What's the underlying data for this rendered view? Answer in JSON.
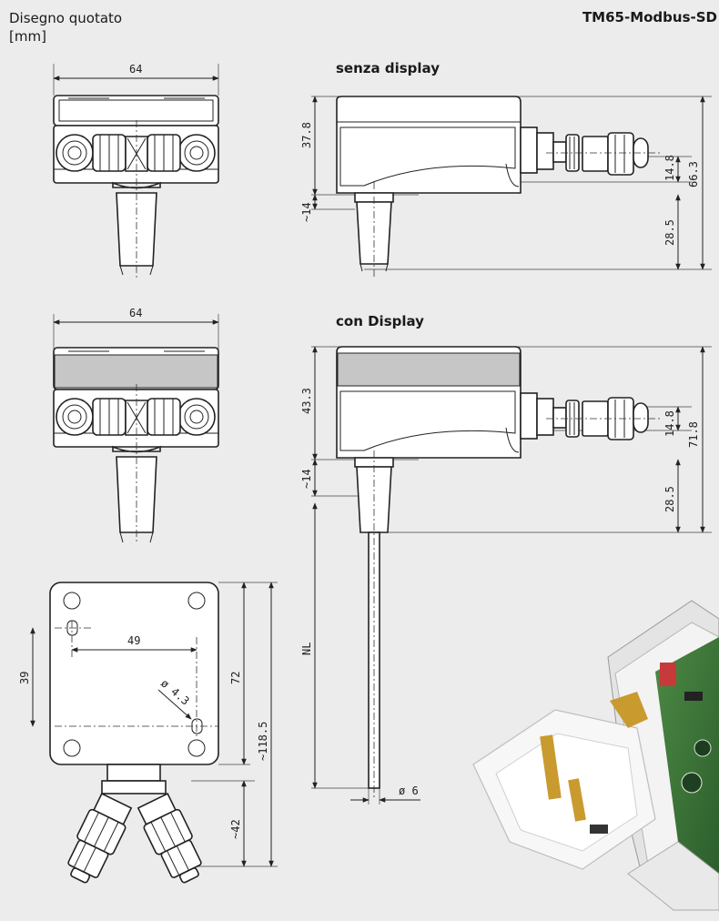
{
  "header": {
    "title_line1": "Disegno quotato",
    "title_line2": "[mm]",
    "product": "TM65-Modbus-SD"
  },
  "sections": {
    "no_display": "senza display",
    "with_display": "con Display"
  },
  "dims": {
    "top_width": "64",
    "top_width2": "64",
    "h_no_disp": "37.8",
    "total_no_disp": "66.3",
    "gland_no_disp": "14.8",
    "tube_no_disp": "28.5",
    "neck_no_disp": "~14",
    "h_disp": "43.3",
    "total_disp": "71.8",
    "gland_disp": "14.8",
    "tube_disp": "28.5",
    "neck_disp": "~14",
    "nl": "NL",
    "probe_dia": "ø 6",
    "hole_spacing": "49",
    "hole_vert": "39",
    "hole_dia": "ø 4.3",
    "base_h": "72",
    "total_h": "~118.5",
    "gland_len": "~42"
  },
  "colors": {
    "background": "#ececec",
    "line": "#222222",
    "display_band": "#c6c6c6",
    "pcb": "#3f7a3c"
  }
}
